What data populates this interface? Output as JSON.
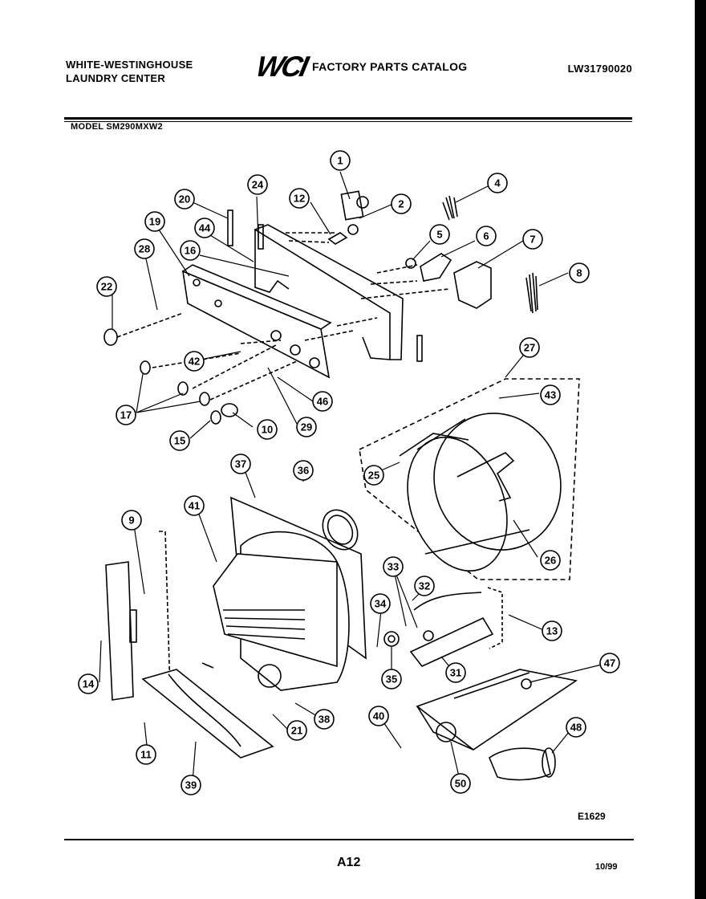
{
  "header": {
    "left_line1": "WHITE-WESTINGHOUSE",
    "left_line2": "LAUNDRY CENTER",
    "logo": "WCI",
    "catalog_title": "FACTORY PARTS CATALOG",
    "catalog_number": "LW31790020"
  },
  "model": "MODEL SM290MXW2",
  "footer": {
    "diagram_code": "E1629",
    "page": "A12",
    "date": "10/99"
  },
  "callouts": [
    "1",
    "2",
    "4",
    "5",
    "6",
    "7",
    "8",
    "9",
    "10",
    "11",
    "12",
    "13",
    "14",
    "15",
    "16",
    "17",
    "19",
    "20",
    "21",
    "22",
    "24",
    "25",
    "26",
    "27",
    "28",
    "29",
    "31",
    "32",
    "33",
    "34",
    "35",
    "36",
    "37",
    "38",
    "39",
    "40",
    "41",
    "42",
    "43",
    "44",
    "46",
    "47",
    "48",
    "50"
  ]
}
